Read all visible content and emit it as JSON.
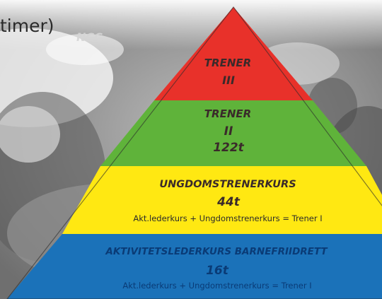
{
  "heading_fragment": "timer)",
  "photo_text": "NCC",
  "colors": {
    "tier_top": "#e8312a",
    "tier_second": "#5fb33a",
    "tier_third": "#ffe812",
    "tier_base": "#1b72b9",
    "label_dark": "#3a2a2a",
    "label_on_blue": "#0a3b76"
  },
  "tiers": [
    {
      "name": "TRENER",
      "level": "III"
    },
    {
      "name": "TRENER",
      "level": "II",
      "hours": "122t"
    },
    {
      "name": "UNGDOMSTRENERKURS",
      "hours": "44t",
      "note": "Akt.lederkurs + Ungdomstrenerkurs = Trener I"
    },
    {
      "name": "AKTIVITETSLEDERKURS BARNEFRIIDRETT",
      "hours": "16t",
      "note": "Akt.lederkurs + Ungdomstrenerkurs = Trener I"
    }
  ]
}
